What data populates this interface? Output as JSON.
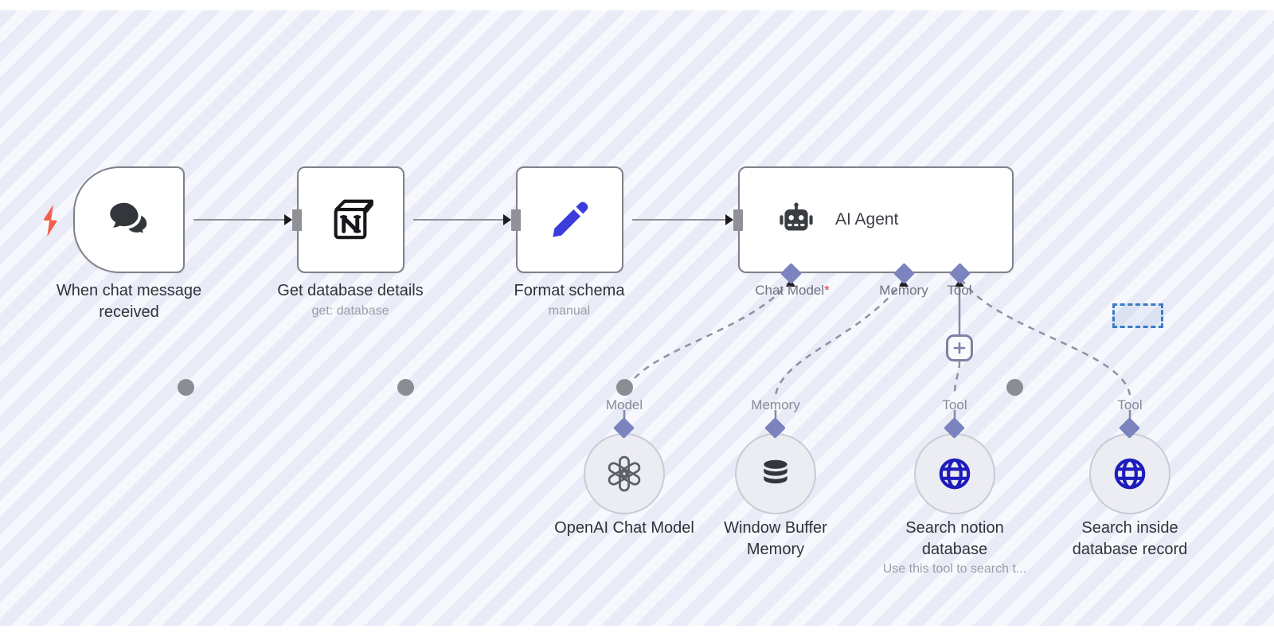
{
  "workflow": {
    "trigger": {
      "label": "When chat message received",
      "icon": "chat-bubbles-icon"
    },
    "notion_node": {
      "label": "Get database details",
      "subtitle": "get: database",
      "icon": "notion-icon"
    },
    "format_node": {
      "label": "Format schema",
      "subtitle": "manual",
      "icon": "pencil-icon"
    },
    "agent_node": {
      "label": "AI Agent",
      "icon": "robot-icon",
      "ports": {
        "chat_model": {
          "label": "Chat Model",
          "required_marker": "*"
        },
        "memory": {
          "label": "Memory"
        },
        "tool": {
          "label": "Tool"
        }
      }
    },
    "sub_nodes": {
      "openai_model": {
        "port_label": "Model",
        "label": "OpenAI Chat Model",
        "icon": "openai-icon"
      },
      "window_buffer_memory": {
        "port_label": "Memory",
        "label": "Window Buffer Memory",
        "icon": "database-icon"
      },
      "search_notion_database": {
        "port_label": "Tool",
        "label": "Search notion database",
        "subtitle": "Use this tool to search t...",
        "icon": "globe-icon"
      },
      "search_inside_database_record": {
        "port_label": "Tool",
        "label": "Search inside database record",
        "icon": "globe-icon"
      }
    }
  },
  "colors": {
    "canvas_stripe_a": "#e9ebf7",
    "canvas_stripe_b": "#f7f8fd",
    "node_border": "#7e828a",
    "port_diamond": "#7b84bf",
    "dashed_connection": "#8d92a5",
    "trigger_bolt": "#f2604d",
    "pencil_blue": "#3c3cdd",
    "globe_blue": "#1d1dbb",
    "required_red": "#d23c3c",
    "selection_border": "#3b7cc4"
  }
}
